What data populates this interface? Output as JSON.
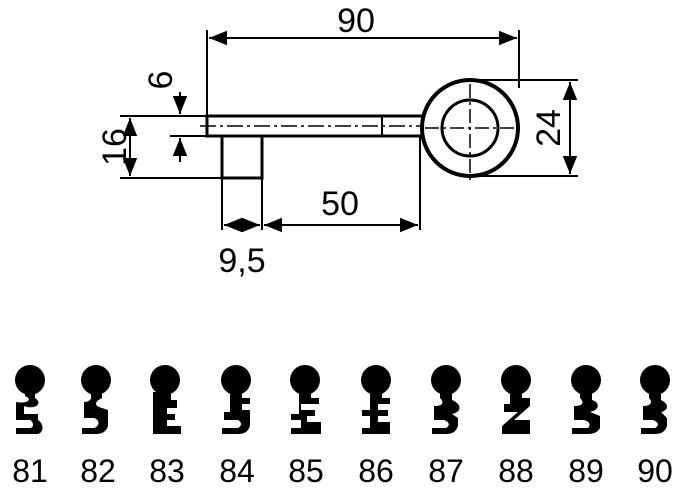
{
  "drawing": {
    "dimensions": {
      "overall_length": "90",
      "ring_diameter": "24",
      "blade_thickness": "6",
      "bit_height": "16",
      "shank_length": "50",
      "bit_width": "9,5"
    }
  },
  "profiles": {
    "labels": [
      "81",
      "82",
      "83",
      "84",
      "85",
      "86",
      "87",
      "88",
      "89",
      "90"
    ],
    "icon_names": [
      "key-bit-profile-icon"
    ]
  }
}
